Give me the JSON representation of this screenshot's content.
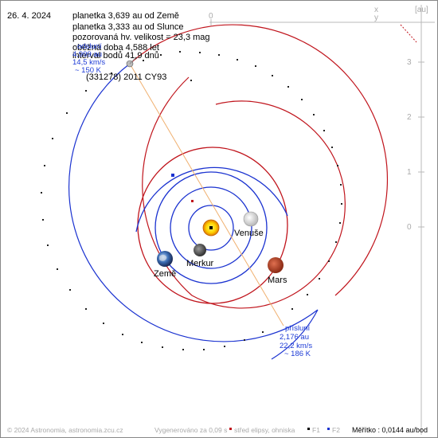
{
  "date": "26. 4. 2024",
  "info": {
    "line1": "planetka 3,639 au od Země",
    "line2": "planetka 3,333 au od Slunce",
    "line3": "pozorovaná hv. velikost = 23,3 mag",
    "line4": "oběžná doba 4,588 let",
    "line5": "interval bodů 41,9 dnů"
  },
  "aphelion": {
    "label": "odsluní",
    "distance": "4,999 au",
    "speed": "14,5 km/s",
    "temp": "~ 150 K"
  },
  "perihelion": {
    "label": "přísluní",
    "distance": "2,176 au",
    "speed": "22,2 km/s",
    "temp": "~ 186 K"
  },
  "asteroid": {
    "name": "(331278) 2011 CY93"
  },
  "planets": {
    "venus": "Venuše",
    "mercury": "Merkur",
    "earth": "Země",
    "mars": "Mars"
  },
  "axes": {
    "x_name": "x",
    "unit": "[au]",
    "x_tick": "0",
    "y_name": "y",
    "y_ticks": [
      "3",
      "2",
      "1",
      "0"
    ]
  },
  "footer": {
    "copyright": "© 2024 Astronomia, astronomia.zcu.cz",
    "generated": "Vygenerováno za 0,09 s",
    "legend_center": "střed elipsy, ohniska",
    "f1": "F1",
    "f2": "F2",
    "scale": "Měřítko : 0,0144 au/bod"
  },
  "colors": {
    "orbit_red": "#c0141c",
    "orbit_blue": "#1a32d0",
    "axis_gray": "#b8b8b8",
    "line_orange": "#f0b070",
    "text_blue": "#1e3cd6"
  }
}
